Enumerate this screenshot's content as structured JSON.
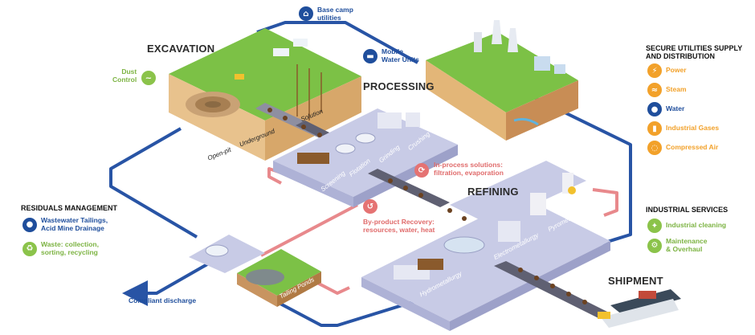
{
  "headings": {
    "excavation": "EXCAVATION",
    "processing": "PROCESSING",
    "refining": "REFINING",
    "shipment": "SHIPMENT"
  },
  "top": {
    "base_camp": "Base camp\nutilities",
    "mobile_water": "Mobile\nWater Units",
    "dust_control": "Dust\nControl"
  },
  "flow": {
    "open_pit": "Open-pit",
    "underground": "Underground",
    "solution": "Solution",
    "screening": "Screening",
    "flotation": "Flotation",
    "grinding": "Grinding",
    "crushing": "Crushing",
    "in_process": "In-process solutions:\nfiltration, evaporation",
    "by_product": "By-product Recovery:\nresources, water, heat",
    "hydrometallurgy": "Hydrometallurgy",
    "electrometallurgy": "Electrometallurgy",
    "pyrometallurgy": "Pyrometallurgy",
    "tailing_ponds": "Tailing Ponds",
    "compliant_discharge": "Compliant discharge"
  },
  "secure_utilities": {
    "title": "SECURE UTILITIES SUPPLY\nAND DISTRIBUTION",
    "items": [
      {
        "label": "Power",
        "icon": "lightning-icon",
        "color": "#f2a12a"
      },
      {
        "label": "Steam",
        "icon": "steam-icon",
        "color": "#f2a12a"
      },
      {
        "label": "Water",
        "icon": "water-drop-icon",
        "color": "#1f4e9c"
      },
      {
        "label": "Industrial Gases",
        "icon": "gas-cylinder-icon",
        "color": "#f2a12a"
      },
      {
        "label": "Compressed Air",
        "icon": "air-icon",
        "color": "#f2a12a"
      }
    ]
  },
  "industrial_services": {
    "title": "INDUSTRIAL SERVICES",
    "items": [
      {
        "label": "Industrial cleaning",
        "icon": "cleaning-icon",
        "color": "#8bc34a"
      },
      {
        "label": "Maintenance\n& Overhaul",
        "icon": "maintenance-icon",
        "color": "#8bc34a"
      }
    ]
  },
  "residuals": {
    "title": "RESIDUALS MANAGEMENT",
    "items": [
      {
        "label": "Wastewater Tailings,\nAcid Mine Drainage",
        "icon": "water-drop-icon",
        "color": "#1f4e9c"
      },
      {
        "label": "Waste: collection,\nsorting, recycling",
        "icon": "waste-bin-icon",
        "color": "#8bc34a"
      }
    ]
  }
}
